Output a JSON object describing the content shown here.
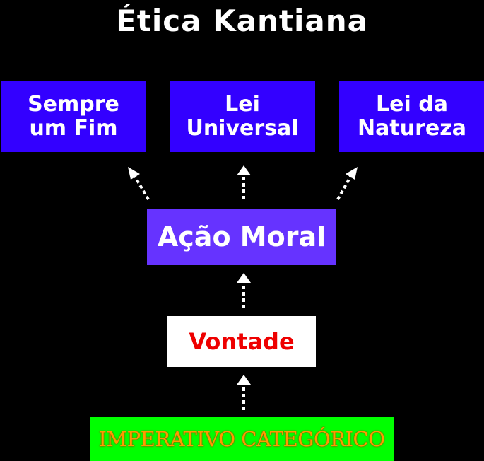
{
  "title": "Ética Kantiana",
  "nodes": {
    "sempre_fim": {
      "line1": "Sempre",
      "line2": "um Fim"
    },
    "lei_universal": {
      "line1": "Lei",
      "line2": "Universal"
    },
    "lei_natureza": {
      "line1": "Lei da",
      "line2": "Natureza"
    },
    "acao_moral": "Ação Moral",
    "vontade": "Vontade",
    "imperativo": "IMPERATIVO CATEGÓRICO"
  },
  "colors": {
    "background": "#000000",
    "top_boxes": "#3300ff",
    "acao_box": "#6633ff",
    "vontade_box": "#ffffff",
    "vontade_text": "#ee0000",
    "imperativo_box": "#00ff00",
    "imperativo_text": "#ff9900",
    "arrows": "#ffffff"
  },
  "icons": {
    "arrow": "dashed-up-arrow-icon"
  }
}
